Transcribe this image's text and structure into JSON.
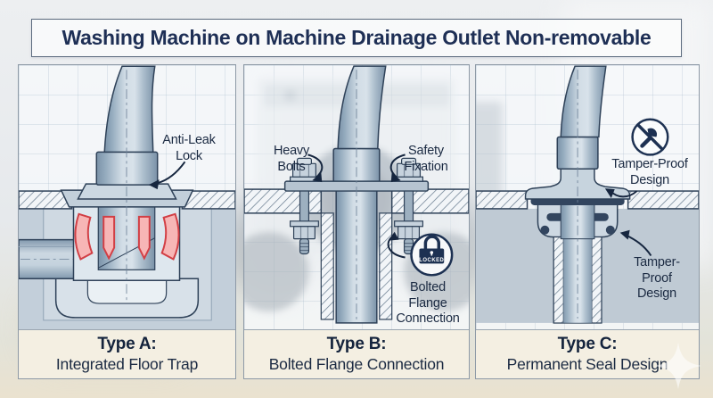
{
  "title": "Washing Machine on Machine Drainage Outlet Non-removable",
  "colors": {
    "title_text": "#1e2f55",
    "outline_navy": "#2e4158",
    "accent_red": "#d9454b",
    "caption_bg": "#f4efe2",
    "badge_navy": "#1d3152"
  },
  "icons": {
    "lock": "padlock-locked-icon",
    "no_tamper": "no-tampering-icon",
    "watermark": "sparkle-star-icon"
  },
  "panels": [
    {
      "id": "A",
      "caption": {
        "type_label": "Type A:",
        "name": "Integrated Floor Trap"
      },
      "callouts": {
        "anti_leak": {
          "line1": "Anti-Leak",
          "line2": "Lock"
        }
      }
    },
    {
      "id": "B",
      "caption": {
        "type_label": "Type B:",
        "name": "Bolted Flange Connection"
      },
      "callouts": {
        "heavy_bolts": {
          "line1": "Heavy",
          "line2": "Bolts"
        },
        "safety_fixation": {
          "line1": "Safety",
          "line2": "Fixation"
        },
        "bolted_flange": {
          "line1": "Bolted",
          "line2": "Flange",
          "line3": "Connection"
        }
      },
      "lock_badge_text": "LOCKED"
    },
    {
      "id": "C",
      "caption": {
        "type_label": "Type C:",
        "name": "Permanent Seal Design"
      },
      "callouts": {
        "tamper_upper": {
          "line1": "Tamper-Proof",
          "line2": "Design"
        },
        "tamper_lower": {
          "line1": "Tamper-",
          "line2": "Proof",
          "line3": "Design"
        }
      }
    }
  ]
}
